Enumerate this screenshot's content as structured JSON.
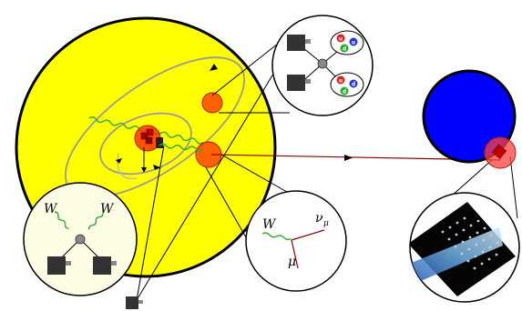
{
  "labels": {
    "w_left": "W",
    "w_right": "W",
    "w_decay": "W",
    "nu": "ν",
    "nu_sub": "μ",
    "mu": "μ"
  },
  "quarks_top": [
    "u",
    "u",
    "d"
  ],
  "quarks_bottom": [
    "u",
    "d",
    "d"
  ],
  "colors": {
    "sun": "#ffff00",
    "earth": "#0000ff",
    "red_spot": "#ff3300",
    "wave": "#33aa33",
    "neutrino_line": "#8b0000",
    "orbit": "#999999",
    "quark_red": "#dd2222",
    "quark_blue": "#2233dd",
    "quark_green": "#22aa22"
  },
  "icons": [
    "atom-block-icon",
    "detector-array-icon"
  ]
}
